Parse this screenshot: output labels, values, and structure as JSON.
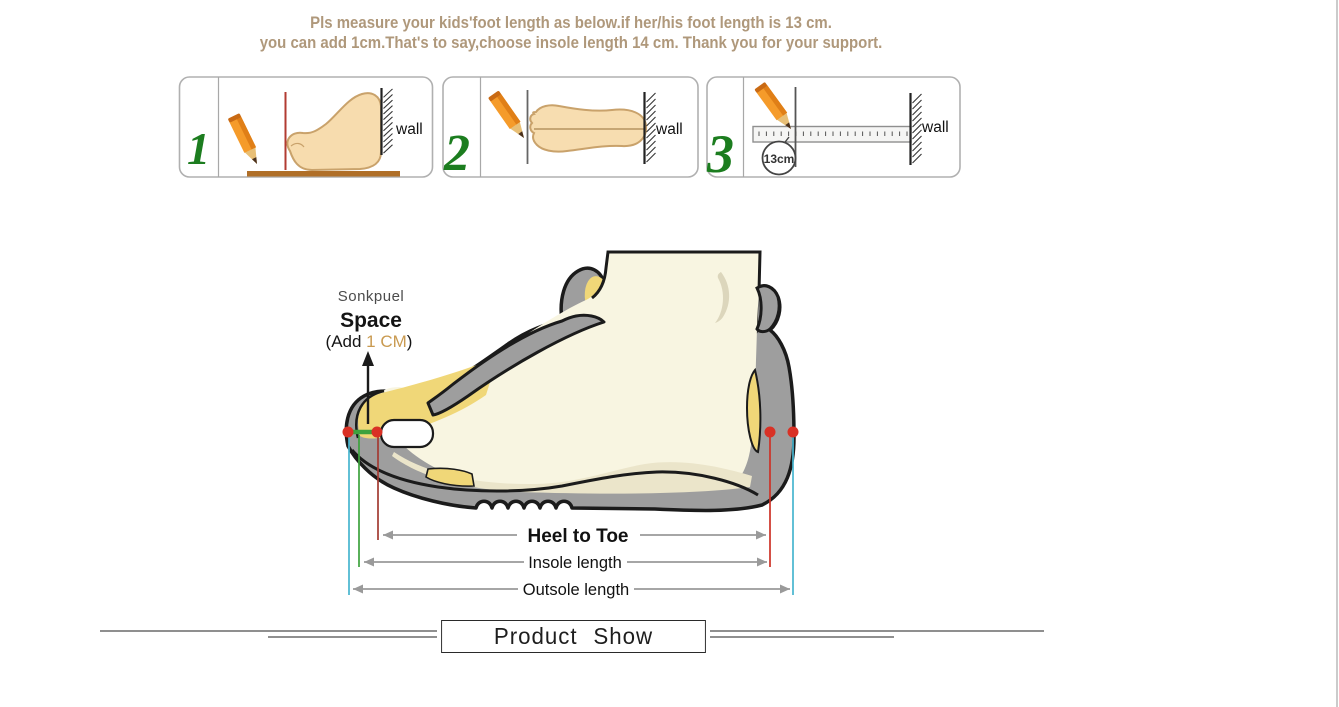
{
  "header": {
    "line1": "Pls measure your kids'foot length as below.if her/his foot length is 13 cm.",
    "line2": "you can add 1cm.That's to say,choose insole length 14 cm. Thank you for your support."
  },
  "steps": {
    "one": "1",
    "two": "2",
    "three": "3",
    "wall_label": "wall",
    "ruler_circle_label": "13cm"
  },
  "diagram": {
    "brand": "Sonkpuel",
    "space_title": "Space",
    "add_note_prefix": "(Add ",
    "add_note_value": "1 CM",
    "add_note_suffix": ")",
    "heel_to_toe": "Heel to Toe",
    "insole_length": "Insole length",
    "outsole_length": "Outsole length"
  },
  "banner": {
    "title": "Product Show"
  },
  "colors": {
    "header_text": "#af987b",
    "step_number_green": "#1c7d1f",
    "pencil_orange": "#f59b2a",
    "shoe_gray": "#9e9e9e",
    "insole_yellow": "#f0d778",
    "sock_cream": "#f8f5e1",
    "marker_red": "#d93125",
    "outsole_line_cyan": "#47b5cf",
    "insole_line_green": "#3da23d",
    "heel_line_maroon": "#a23a32",
    "heel_line_red": "#cd3126",
    "floor_brown": "#b06f28"
  }
}
